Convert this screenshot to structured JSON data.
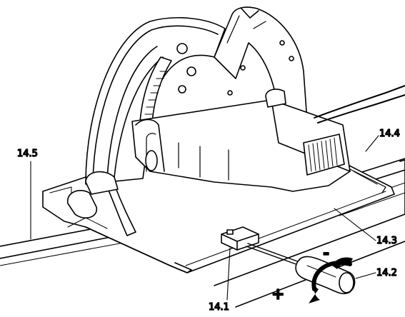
{
  "figure": {
    "callouts": {
      "c141": "14.1",
      "c142": "14.2",
      "c143": "14.3",
      "c144": "14.4",
      "c145": "14.5"
    },
    "signs": {
      "plus": "+",
      "minus": "-"
    }
  }
}
